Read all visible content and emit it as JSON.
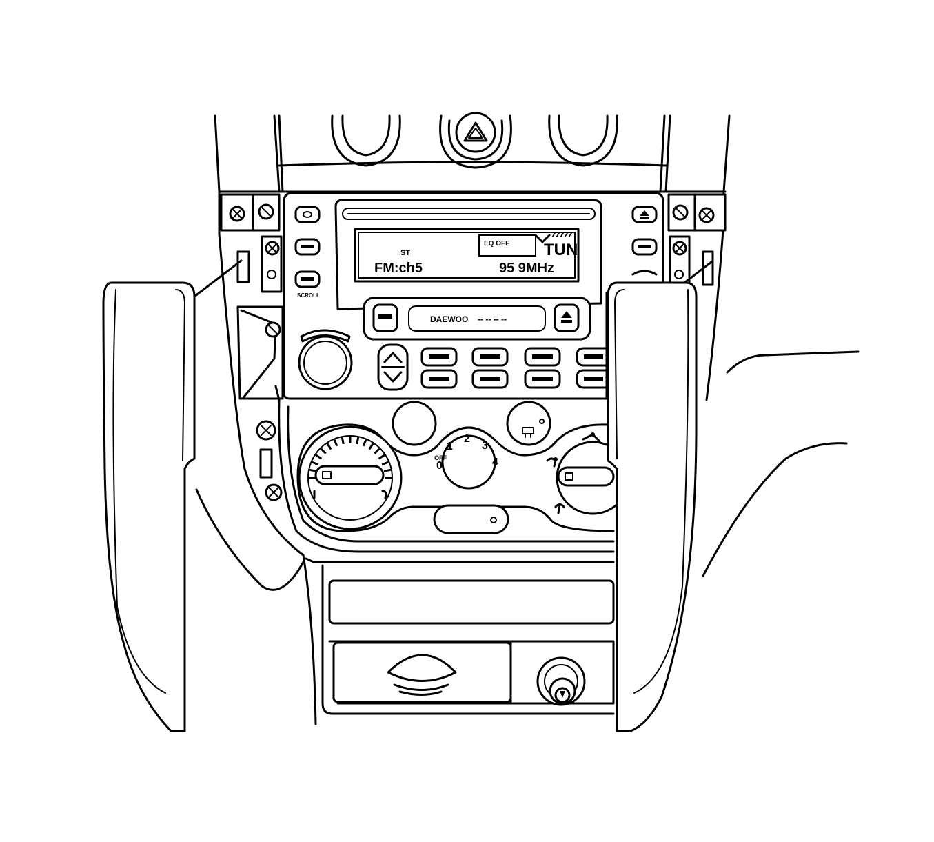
{
  "display": {
    "st": "ST",
    "eq": "EQ  OFF",
    "mode": "TUN",
    "band": "FM:ch5",
    "freq": "95 9MHz"
  },
  "brand": "DAEWOO",
  "brand_dashes": "-- -- -- --",
  "scroll": "SCROLL",
  "fan_speed": {
    "off": "OFF",
    "zero": "0",
    "s1": "1",
    "s2": "2",
    "s3": "3",
    "s4": "4"
  }
}
